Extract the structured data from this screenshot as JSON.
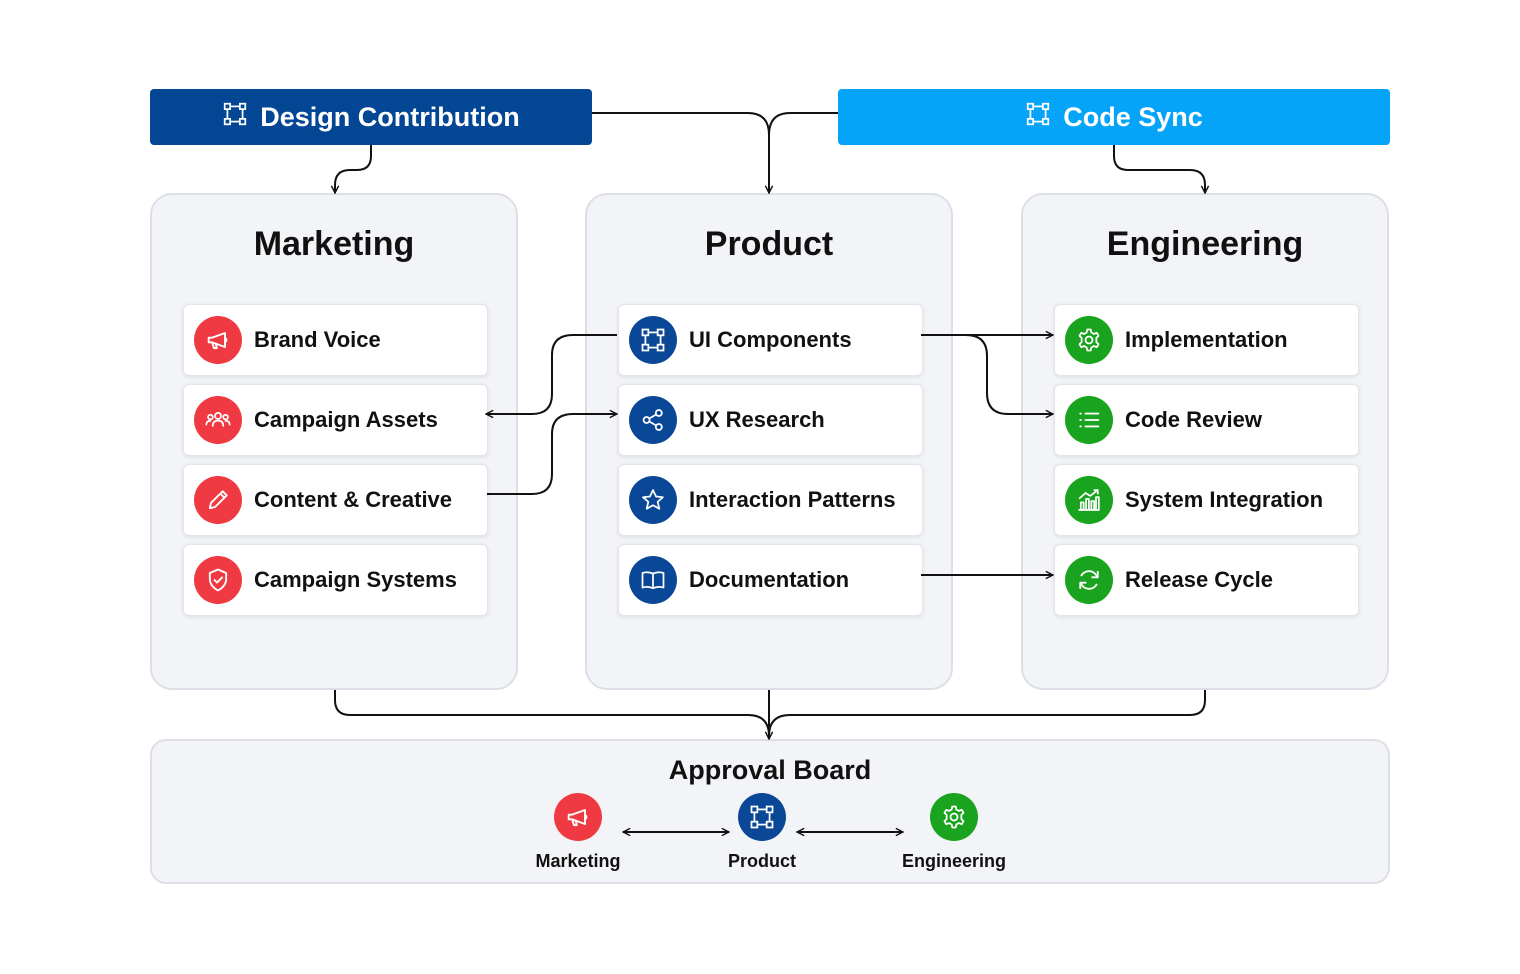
{
  "banners": {
    "design_contribution": {
      "label": "Design Contribution",
      "icon": "frame-icon",
      "color": "#034694"
    },
    "code_sync": {
      "label": "Code Sync",
      "icon": "frame-icon",
      "color": "#06a4f8"
    }
  },
  "columns": {
    "marketing": {
      "title": "Marketing",
      "accent": "#ef3a43",
      "items": [
        {
          "label": "Brand Voice",
          "icon": "megaphone-icon"
        },
        {
          "label": "Campaign Assets",
          "icon": "users-group-icon"
        },
        {
          "label": "Content & Creative",
          "icon": "pencil-icon"
        },
        {
          "label": "Campaign Systems",
          "icon": "shield-check-icon"
        }
      ]
    },
    "product": {
      "title": "Product",
      "accent": "#0b4797",
      "items": [
        {
          "label": "UI Components",
          "icon": "frame-icon"
        },
        {
          "label": "UX Research",
          "icon": "share-nodes-icon"
        },
        {
          "label": "Interaction Patterns",
          "icon": "star-icon"
        },
        {
          "label": "Documentation",
          "icon": "open-book-icon"
        }
      ]
    },
    "engineering": {
      "title": "Engineering",
      "accent": "#1aa31e",
      "items": [
        {
          "label": "Implementation",
          "icon": "gear-icon"
        },
        {
          "label": "Code Review",
          "icon": "list-icon"
        },
        {
          "label": "System Integration",
          "icon": "chart-up-icon"
        },
        {
          "label": "Release Cycle",
          "icon": "refresh-icon"
        }
      ]
    }
  },
  "approval_board": {
    "title": "Approval Board",
    "members": [
      {
        "label": "Marketing",
        "icon": "megaphone-icon"
      },
      {
        "label": "Product",
        "icon": "frame-icon"
      },
      {
        "label": "Engineering",
        "icon": "gear-icon"
      }
    ]
  }
}
